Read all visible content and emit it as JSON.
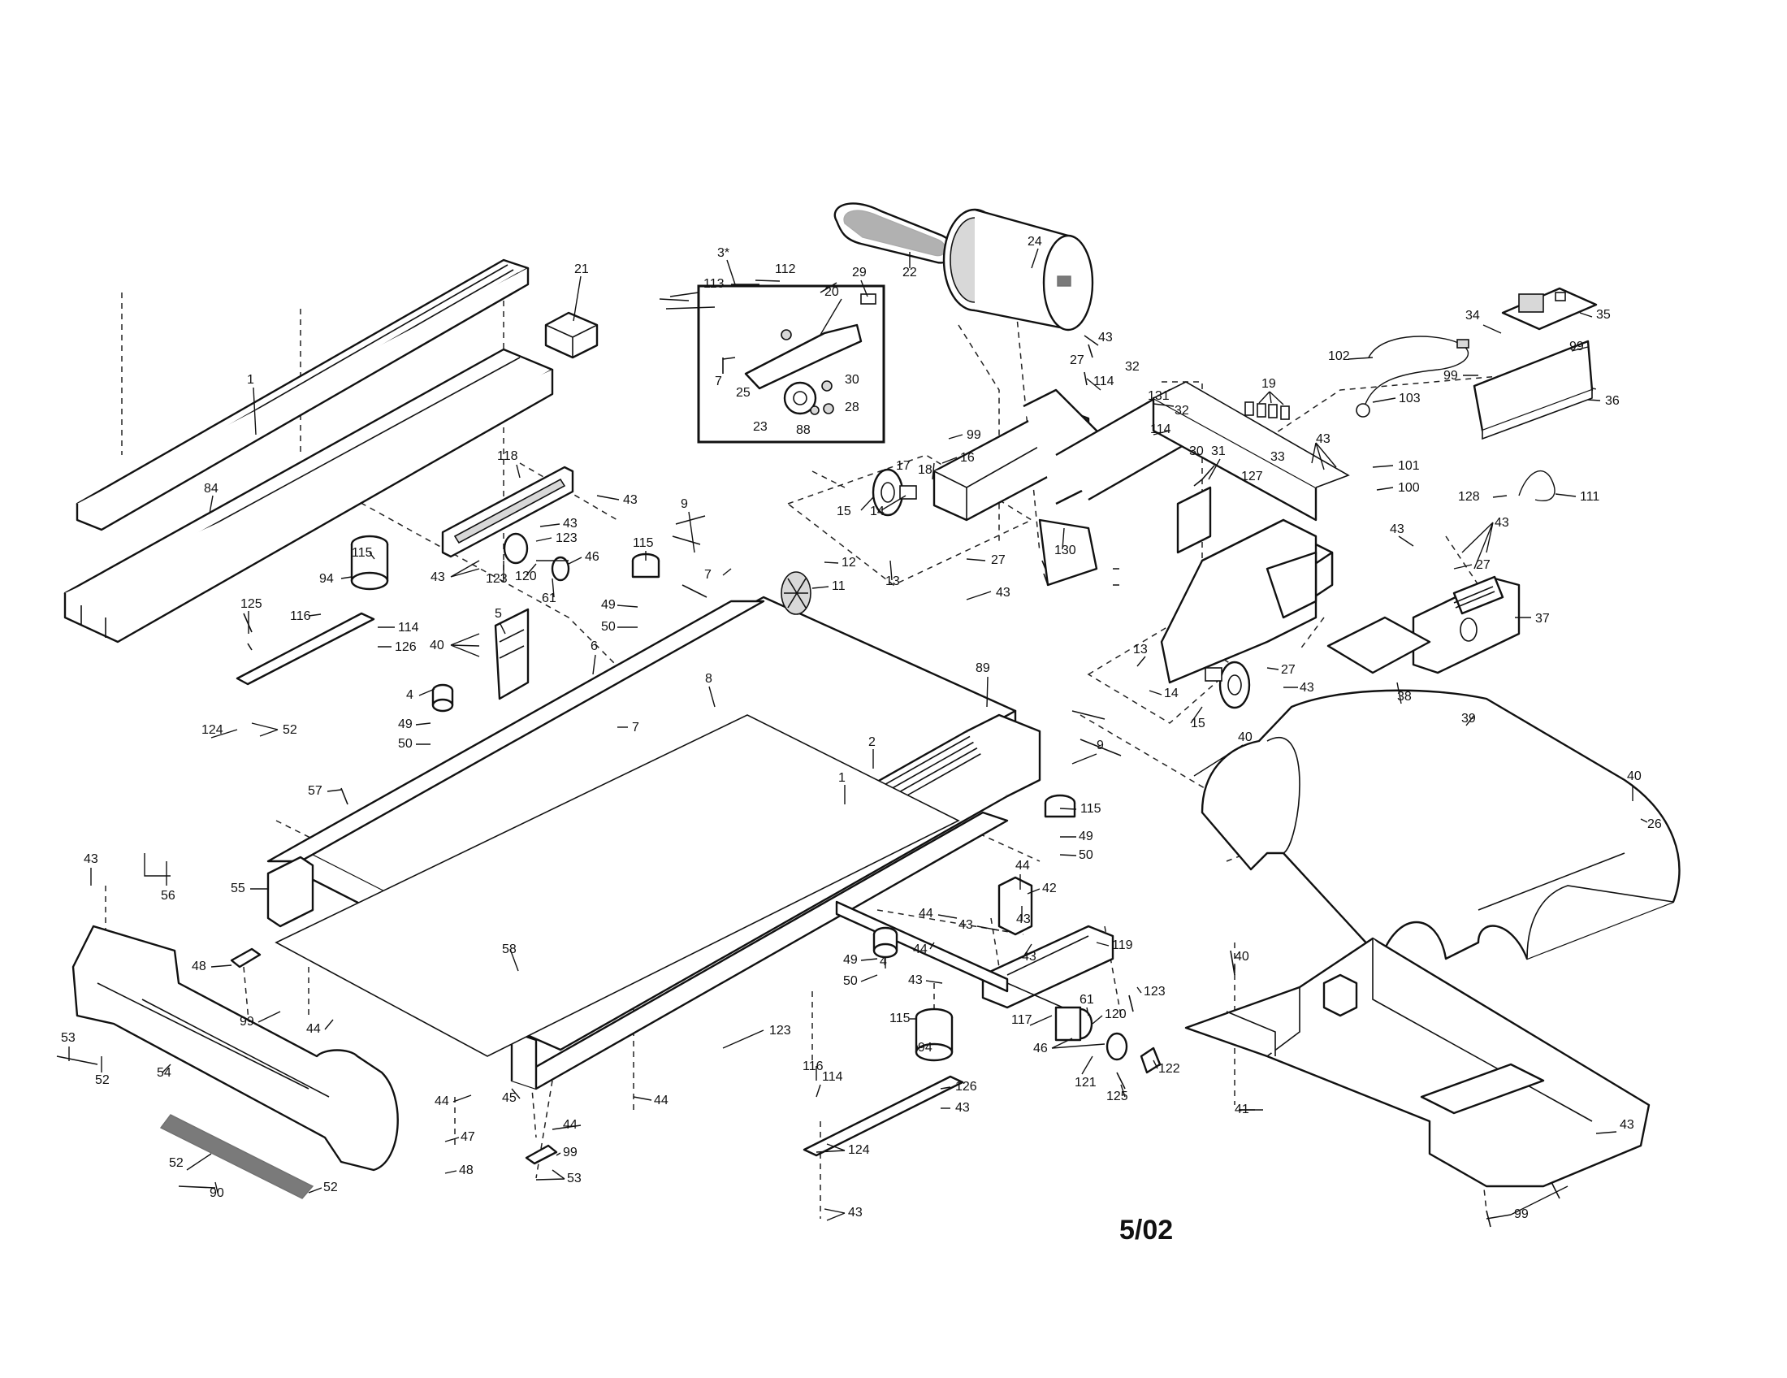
{
  "drawing_date": "5/02",
  "inset_label": "3*",
  "callouts": [
    {
      "id": "c1a",
      "text": "1"
    },
    {
      "id": "c84",
      "text": "84"
    },
    {
      "id": "c21",
      "text": "21"
    },
    {
      "id": "c3",
      "text": "3*"
    },
    {
      "id": "c113",
      "text": "113"
    },
    {
      "id": "c112",
      "text": "112"
    },
    {
      "id": "c20",
      "text": "20"
    },
    {
      "id": "c29",
      "text": "29"
    },
    {
      "id": "c7a",
      "text": "7"
    },
    {
      "id": "c30a",
      "text": "30"
    },
    {
      "id": "c25",
      "text": "25"
    },
    {
      "id": "c28",
      "text": "28"
    },
    {
      "id": "c23",
      "text": "23"
    },
    {
      "id": "c88",
      "text": "88"
    },
    {
      "id": "c22",
      "text": "22"
    },
    {
      "id": "c24",
      "text": "24"
    },
    {
      "id": "c43a",
      "text": "43"
    },
    {
      "id": "c27a",
      "text": "27"
    },
    {
      "id": "c32a",
      "text": "32"
    },
    {
      "id": "c114a",
      "text": "114"
    },
    {
      "id": "c131",
      "text": "131"
    },
    {
      "id": "c32b",
      "text": "32"
    },
    {
      "id": "c114b",
      "text": "114"
    },
    {
      "id": "c30b",
      "text": "30"
    },
    {
      "id": "c31",
      "text": "31"
    },
    {
      "id": "c19",
      "text": "19"
    },
    {
      "id": "c34",
      "text": "34"
    },
    {
      "id": "c35",
      "text": "35"
    },
    {
      "id": "c102",
      "text": "102"
    },
    {
      "id": "c99a",
      "text": "99"
    },
    {
      "id": "c99b",
      "text": "99"
    },
    {
      "id": "c103",
      "text": "103"
    },
    {
      "id": "c36",
      "text": "36"
    },
    {
      "id": "c43b",
      "text": "43"
    },
    {
      "id": "c33",
      "text": "33"
    },
    {
      "id": "c101",
      "text": "101"
    },
    {
      "id": "c127",
      "text": "127"
    },
    {
      "id": "c100",
      "text": "100"
    },
    {
      "id": "c128",
      "text": "128"
    },
    {
      "id": "c111",
      "text": "111"
    },
    {
      "id": "c99c",
      "text": "99"
    },
    {
      "id": "c17",
      "text": "17"
    },
    {
      "id": "c18",
      "text": "18"
    },
    {
      "id": "c16",
      "text": "16"
    },
    {
      "id": "c15a",
      "text": "15"
    },
    {
      "id": "c14a",
      "text": "14"
    },
    {
      "id": "c130",
      "text": "130"
    },
    {
      "id": "c13a",
      "text": "13"
    },
    {
      "id": "c27b",
      "text": "27"
    },
    {
      "id": "c43c",
      "text": "43"
    },
    {
      "id": "c43d",
      "text": "43"
    },
    {
      "id": "c43e",
      "text": "43"
    },
    {
      "id": "c27c",
      "text": "27"
    },
    {
      "id": "c37",
      "text": "37"
    },
    {
      "id": "c118",
      "text": "118"
    },
    {
      "id": "c43f",
      "text": "43"
    },
    {
      "id": "c43g",
      "text": "43"
    },
    {
      "id": "c123a",
      "text": "123"
    },
    {
      "id": "c43h",
      "text": "43"
    },
    {
      "id": "c123b",
      "text": "123"
    },
    {
      "id": "c120a",
      "text": "120"
    },
    {
      "id": "c46a",
      "text": "46"
    },
    {
      "id": "c61a",
      "text": "61"
    },
    {
      "id": "c115a",
      "text": "115"
    },
    {
      "id": "c94a",
      "text": "94"
    },
    {
      "id": "c9a",
      "text": "9"
    },
    {
      "id": "c115b",
      "text": "115"
    },
    {
      "id": "c7b",
      "text": "7"
    },
    {
      "id": "c12",
      "text": "12"
    },
    {
      "id": "c11",
      "text": "11"
    },
    {
      "id": "c49a",
      "text": "49"
    },
    {
      "id": "c50a",
      "text": "50"
    },
    {
      "id": "c125a",
      "text": "125"
    },
    {
      "id": "c116a",
      "text": "116"
    },
    {
      "id": "c114c",
      "text": "114"
    },
    {
      "id": "c126a",
      "text": "126"
    },
    {
      "id": "c5",
      "text": "5"
    },
    {
      "id": "c40a",
      "text": "40"
    },
    {
      "id": "c6",
      "text": "6"
    },
    {
      "id": "c8",
      "text": "8"
    },
    {
      "id": "c4a",
      "text": "4"
    },
    {
      "id": "c124a",
      "text": "124"
    },
    {
      "id": "c52a",
      "text": "52"
    },
    {
      "id": "c49b",
      "text": "49"
    },
    {
      "id": "c50b",
      "text": "50"
    },
    {
      "id": "c7c",
      "text": "7"
    },
    {
      "id": "c13b",
      "text": "13"
    },
    {
      "id": "c14b",
      "text": "14"
    },
    {
      "id": "c15b",
      "text": "15"
    },
    {
      "id": "c27d",
      "text": "27"
    },
    {
      "id": "c43i",
      "text": "43"
    },
    {
      "id": "c38",
      "text": "38"
    },
    {
      "id": "c89",
      "text": "89"
    },
    {
      "id": "c40b",
      "text": "40"
    },
    {
      "id": "c39",
      "text": "39"
    },
    {
      "id": "c9b",
      "text": "9"
    },
    {
      "id": "c57",
      "text": "57"
    },
    {
      "id": "c1b",
      "text": "1"
    },
    {
      "id": "c2",
      "text": "2"
    },
    {
      "id": "c115c",
      "text": "115"
    },
    {
      "id": "c49c",
      "text": "49"
    },
    {
      "id": "c50c",
      "text": "50"
    },
    {
      "id": "c40c",
      "text": "40"
    },
    {
      "id": "c26",
      "text": "26"
    },
    {
      "id": "c43j",
      "text": "43"
    },
    {
      "id": "c56",
      "text": "56"
    },
    {
      "id": "c55",
      "text": "55"
    },
    {
      "id": "c44a",
      "text": "44"
    },
    {
      "id": "c42",
      "text": "42"
    },
    {
      "id": "c44b",
      "text": "44"
    },
    {
      "id": "c43k",
      "text": "43"
    },
    {
      "id": "c43l",
      "text": "43"
    },
    {
      "id": "c119",
      "text": "119"
    },
    {
      "id": "c48a",
      "text": "48"
    },
    {
      "id": "c58",
      "text": "58"
    },
    {
      "id": "c49d",
      "text": "49"
    },
    {
      "id": "c4b",
      "text": "4"
    },
    {
      "id": "c50d",
      "text": "50"
    },
    {
      "id": "c43m",
      "text": "43"
    },
    {
      "id": "c99d",
      "text": "99"
    },
    {
      "id": "c44c",
      "text": "44"
    },
    {
      "id": "c43n",
      "text": "43"
    },
    {
      "id": "c40d",
      "text": "40"
    },
    {
      "id": "c123c",
      "text": "123"
    },
    {
      "id": "c61b",
      "text": "61"
    },
    {
      "id": "c120b",
      "text": "120"
    },
    {
      "id": "c117",
      "text": "117"
    },
    {
      "id": "c46b",
      "text": "46"
    },
    {
      "id": "c115d",
      "text": "115"
    },
    {
      "id": "c94b",
      "text": "94"
    },
    {
      "id": "c44d",
      "text": "44"
    },
    {
      "id": "c53a",
      "text": "53"
    },
    {
      "id": "c52b",
      "text": "52"
    },
    {
      "id": "c54",
      "text": "54"
    },
    {
      "id": "c44e",
      "text": "44"
    },
    {
      "id": "c45",
      "text": "45"
    },
    {
      "id": "c44f",
      "text": "44"
    },
    {
      "id": "c44g",
      "text": "44"
    },
    {
      "id": "c123d",
      "text": "123"
    },
    {
      "id": "c121",
      "text": "121"
    },
    {
      "id": "c122",
      "text": "122"
    },
    {
      "id": "c125b",
      "text": "125"
    },
    {
      "id": "c116b",
      "text": "116"
    },
    {
      "id": "c114d",
      "text": "114"
    },
    {
      "id": "c126b",
      "text": "126"
    },
    {
      "id": "c43o",
      "text": "43"
    },
    {
      "id": "c41",
      "text": "41"
    },
    {
      "id": "c43p",
      "text": "43"
    },
    {
      "id": "c99e",
      "text": "99"
    },
    {
      "id": "c47",
      "text": "47"
    },
    {
      "id": "c48b",
      "text": "48"
    },
    {
      "id": "c99f",
      "text": "99"
    },
    {
      "id": "c53b",
      "text": "53"
    },
    {
      "id": "c52c",
      "text": "52"
    },
    {
      "id": "c90",
      "text": "90"
    },
    {
      "id": "c52d",
      "text": "52"
    },
    {
      "id": "c124b",
      "text": "124"
    },
    {
      "id": "c43q",
      "text": "43"
    }
  ]
}
